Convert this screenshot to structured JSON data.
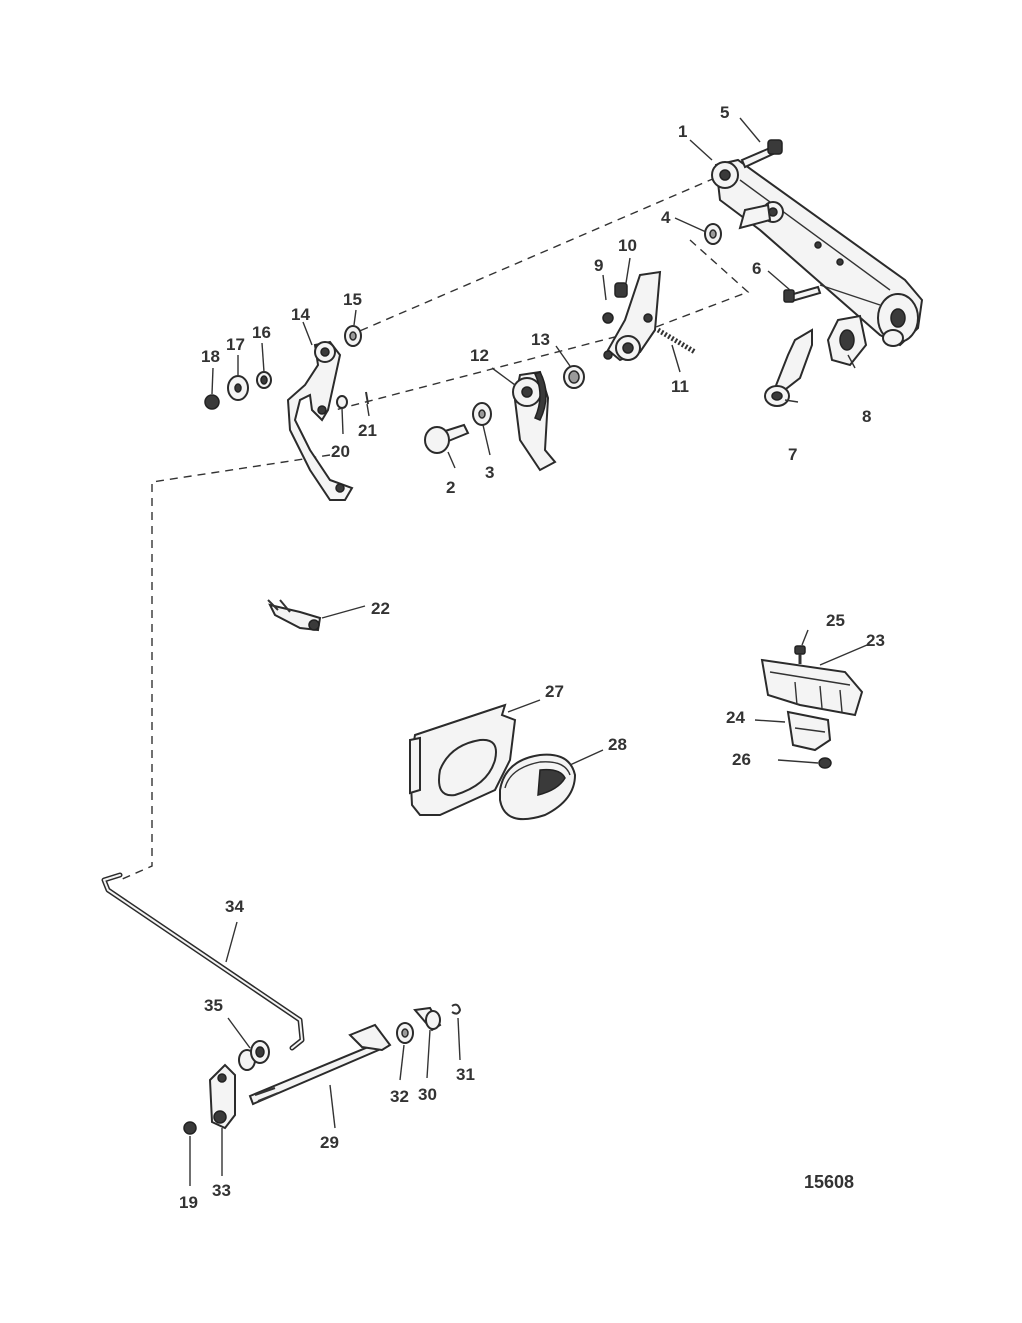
{
  "diagram": {
    "figure_number": "15608",
    "callouts": [
      {
        "id": "1",
        "label": "1"
      },
      {
        "id": "2",
        "label": "2"
      },
      {
        "id": "3",
        "label": "3"
      },
      {
        "id": "4",
        "label": "4"
      },
      {
        "id": "5",
        "label": "5"
      },
      {
        "id": "6",
        "label": "6"
      },
      {
        "id": "7",
        "label": "7"
      },
      {
        "id": "8",
        "label": "8"
      },
      {
        "id": "9",
        "label": "9"
      },
      {
        "id": "10",
        "label": "10"
      },
      {
        "id": "11",
        "label": "11"
      },
      {
        "id": "12",
        "label": "12"
      },
      {
        "id": "13",
        "label": "13"
      },
      {
        "id": "14",
        "label": "14"
      },
      {
        "id": "15",
        "label": "15"
      },
      {
        "id": "16",
        "label": "16"
      },
      {
        "id": "17",
        "label": "17"
      },
      {
        "id": "18",
        "label": "18"
      },
      {
        "id": "19",
        "label": "19"
      },
      {
        "id": "20",
        "label": "20"
      },
      {
        "id": "21",
        "label": "21"
      },
      {
        "id": "22",
        "label": "22"
      },
      {
        "id": "23",
        "label": "23"
      },
      {
        "id": "24",
        "label": "24"
      },
      {
        "id": "25",
        "label": "25"
      },
      {
        "id": "26",
        "label": "26"
      },
      {
        "id": "27",
        "label": "27"
      },
      {
        "id": "28",
        "label": "28"
      },
      {
        "id": "29",
        "label": "29"
      },
      {
        "id": "30",
        "label": "30"
      },
      {
        "id": "31",
        "label": "31"
      },
      {
        "id": "32",
        "label": "32"
      },
      {
        "id": "33",
        "label": "33"
      },
      {
        "id": "34",
        "label": "34"
      },
      {
        "id": "35",
        "label": "35"
      }
    ]
  }
}
